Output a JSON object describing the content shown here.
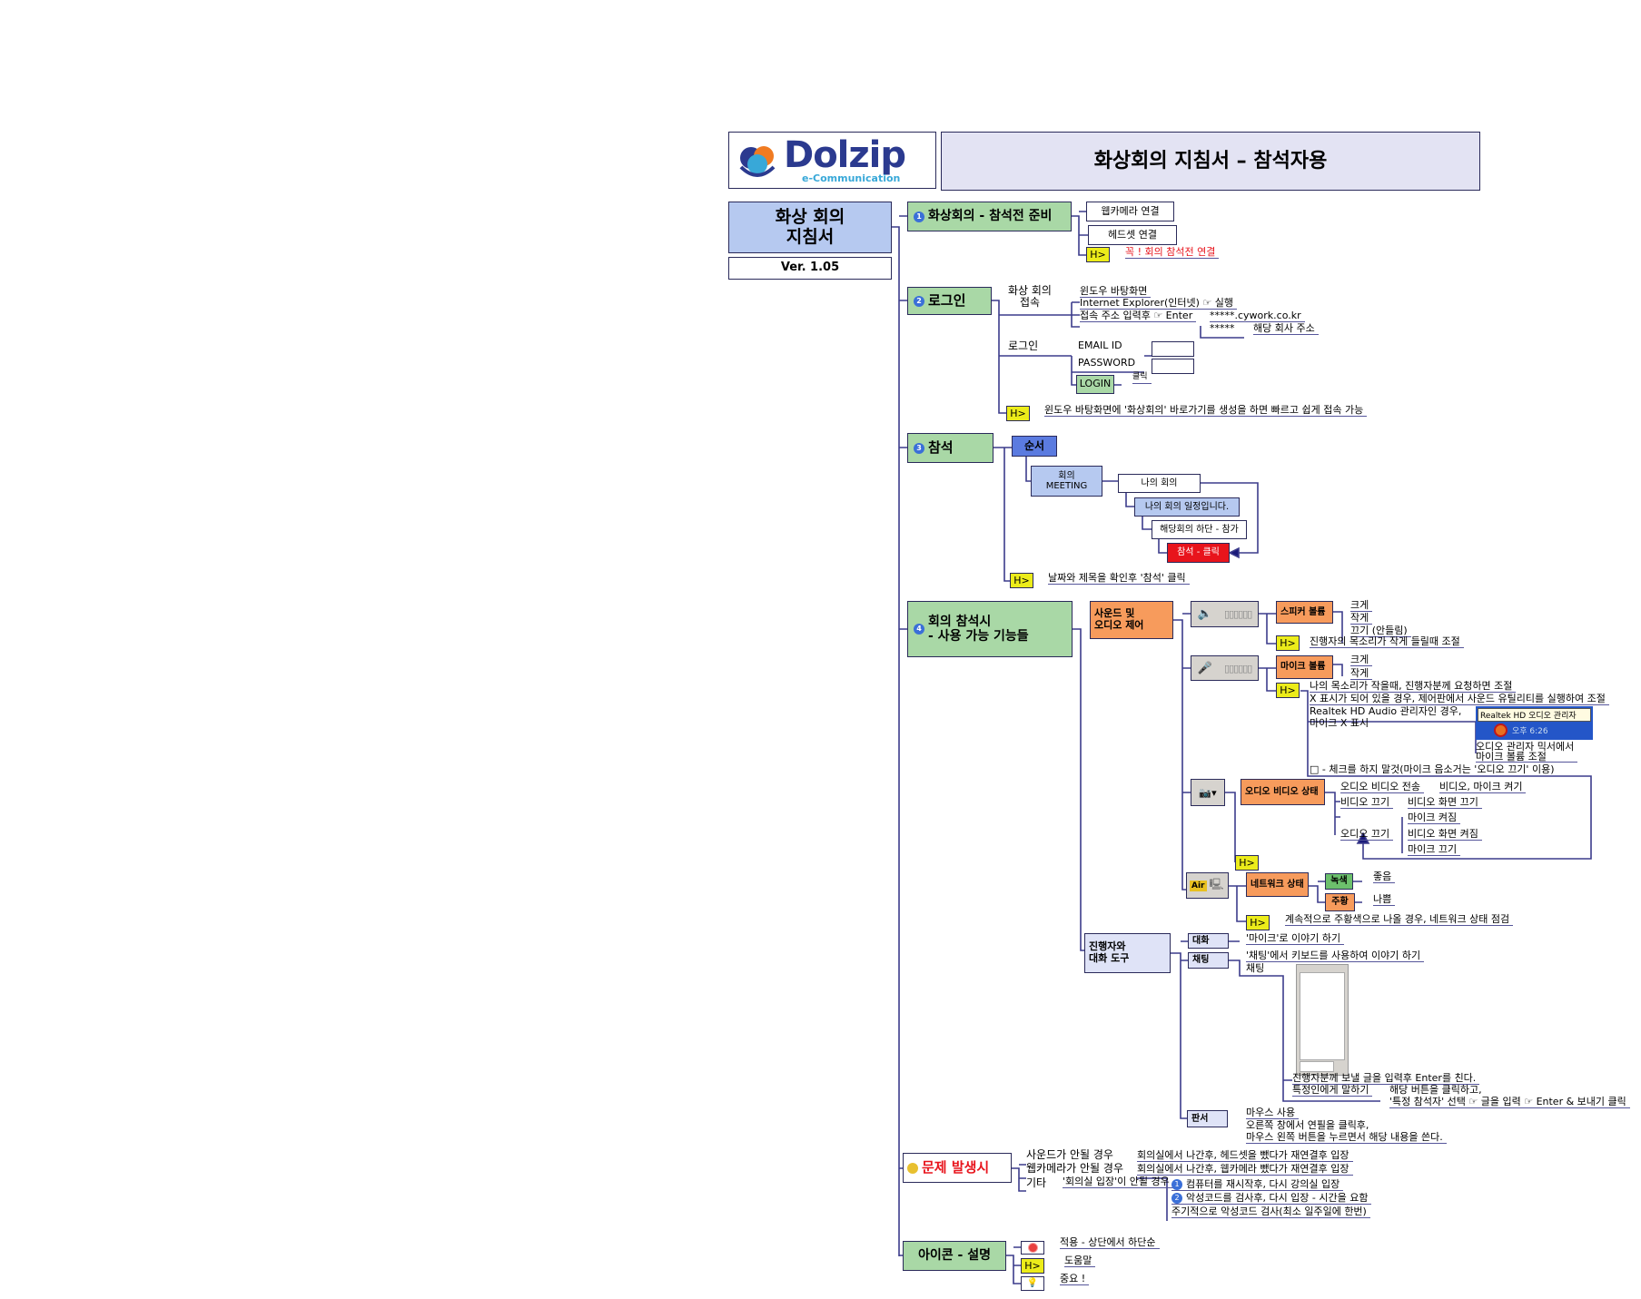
{
  "header": {
    "logo_text": "Dolzip",
    "logo_sub": "e-Communication",
    "title": "화상회의 지침서 – 참석자용",
    "left_title": "화상 회의\n지침서",
    "version": "Ver. 1.05"
  },
  "colors": {
    "section": "#a9d8a6",
    "orange": "#f79b5c",
    "help": "#ecec1a",
    "red": "#e8141c",
    "line": "#3c3c8c",
    "title_bg": "#e3e3f3",
    "left_title_bg": "#b6c9f0"
  },
  "s1": {
    "num": "1",
    "label": "화상회의 - 참석전 준비",
    "webcam": "웹카메라 연결",
    "headset": "헤드셋 연결",
    "help": "H>",
    "note": "꼭 ! 회의 참석전 연결"
  },
  "s2": {
    "num": "2",
    "label": "로그인",
    "access": "화상 회의\n접속",
    "desktop": "윈도우 바탕화면",
    "ie": "Internet Explorer(인터넷) ☞ 실행",
    "enter": "접속 주소 입력후 ☞ Enter",
    "url": "*****.cywork.co.kr",
    "stars": "*****",
    "company": "해당 회사 주소",
    "login_group": "로그인",
    "email": "EMAIL ID",
    "password": "PASSWORD",
    "login_btn": "LOGIN",
    "click": "클릭",
    "help": "H>",
    "note": "윈도우 바탕화면에 '화상회의' 바로가기를 생성을 하면 빠르고 쉽게 접속 가능"
  },
  "s3": {
    "num": "3",
    "label": "참석",
    "order": "순서",
    "meeting": "회의\nMEETING",
    "my_meeting": "나의 회의",
    "schedule": "나의 회의 일정입니다.",
    "bottom": "해당회의 하단 - 참가",
    "join": "참석 - 클릭",
    "help": "H>",
    "note": "날짜와 제목을 확인후 '참석' 클릭"
  },
  "s4": {
    "num": "4",
    "label": "회의 참석시\n- 사용 가능 기능들",
    "sound": "사운드 및\n오디오 제어",
    "speaker_vol": "스피커 볼륨",
    "speaker_opts": [
      "크게",
      "작게",
      "끄기 (안들림)"
    ],
    "speaker_help": "진행자의 목소리가 작게 들릴때 조절",
    "mic_vol": "마이크 볼륨",
    "mic_opts": [
      "크게",
      "작게"
    ],
    "mic_help1": "나의 목소리가 작을때, 진행자분께 요청하면 조절",
    "mic_help2": "X 표시가 되어 있을 경우, 제어판에서 사운드 유틸리티를 실행하여 조절",
    "realtek": "Realtek HD Audio 관리자인 경우,\n마이크 X 표시",
    "tray_tooltip": "Realtek HD 오디오 관리자",
    "tray_time": "오후 6:26",
    "mixer": "오디오 관리자 믹서에서\n마이크 볼륨 조절",
    "nocheck": "□ - 체크를 하지 말것(마이크 음소거는 '오디오 끄기' 이용)",
    "av_state": "오디오 비디오 상태",
    "av_send": "오디오 비디오 전송",
    "av_on": "비디오, 마이크 켜기",
    "video_off": "비디오 끄기",
    "video_screen_off": "비디오 화면 끄기",
    "mic_on": "마이크 켜짐",
    "audio_off": "오디오 끄기",
    "video_screen_on": "비디오 화면 켜짐",
    "mic_off": "마이크 끄기",
    "net_state": "네트워크 상태",
    "green": "녹색",
    "good": "좋음",
    "orange": "주황",
    "bad": "나쁨",
    "net_help": "계속적으로 주황색으로 나올 경우, 네트워크 상태 점검",
    "net_icon_text": "Air",
    "talk_tools": "진행자와\n대화 도구",
    "talk": "대화",
    "talk_desc": "'마이크'로 이야기 하기",
    "chat": "채팅",
    "chat_desc": "'채팅'에서 키보드를 사용하여 이야기 하기",
    "chat_label": "채팅",
    "chat_enter": "진행자분께 보낼 글을 입력후 Enter를 친다.",
    "chat_private": "특정인에게 말하기",
    "chat_private1": "해당 버튼을 클릭하고,",
    "chat_private2": "'특정 참석자' 선택 ☞ 글을 입력 ☞ Enter & 보내기 클릭",
    "board": "판서",
    "board1": "마우스 사용",
    "board2": "오른쪽 창에서 연필을 클릭후,",
    "board3": "마우스 왼쪽 버튼을 누르면서 해당 내용을 쓴다.",
    "help": "H>"
  },
  "s5": {
    "label": "문제 발생시",
    "sound_fail": "사운드가 안될 경우",
    "sound_fix": "회의실에서 나간후, 헤드셋을 뺐다가 재연결후 입장",
    "cam_fail": "웹카메라가 안될 경우",
    "cam_fix": "회의실에서 나간후, 웹카메라 뺐다가 재연결후 입장",
    "etc": "기타",
    "room_fail": "'회의실 입장'이 안될 경우",
    "fix1": "컴퓨터를 재시작후, 다시 강의실 입장",
    "fix2": "악성코드를 검사후, 다시 입장 - 시간을 요함",
    "fix3": "주기적으로 악성코드 검사(최소 일주일에 한번)"
  },
  "s6": {
    "label": "아이콘 - 설명",
    "order_desc": "적용 - 상단에서 하단순",
    "help": "H>",
    "help_desc": "도움말",
    "important_desc": "중요 !"
  }
}
